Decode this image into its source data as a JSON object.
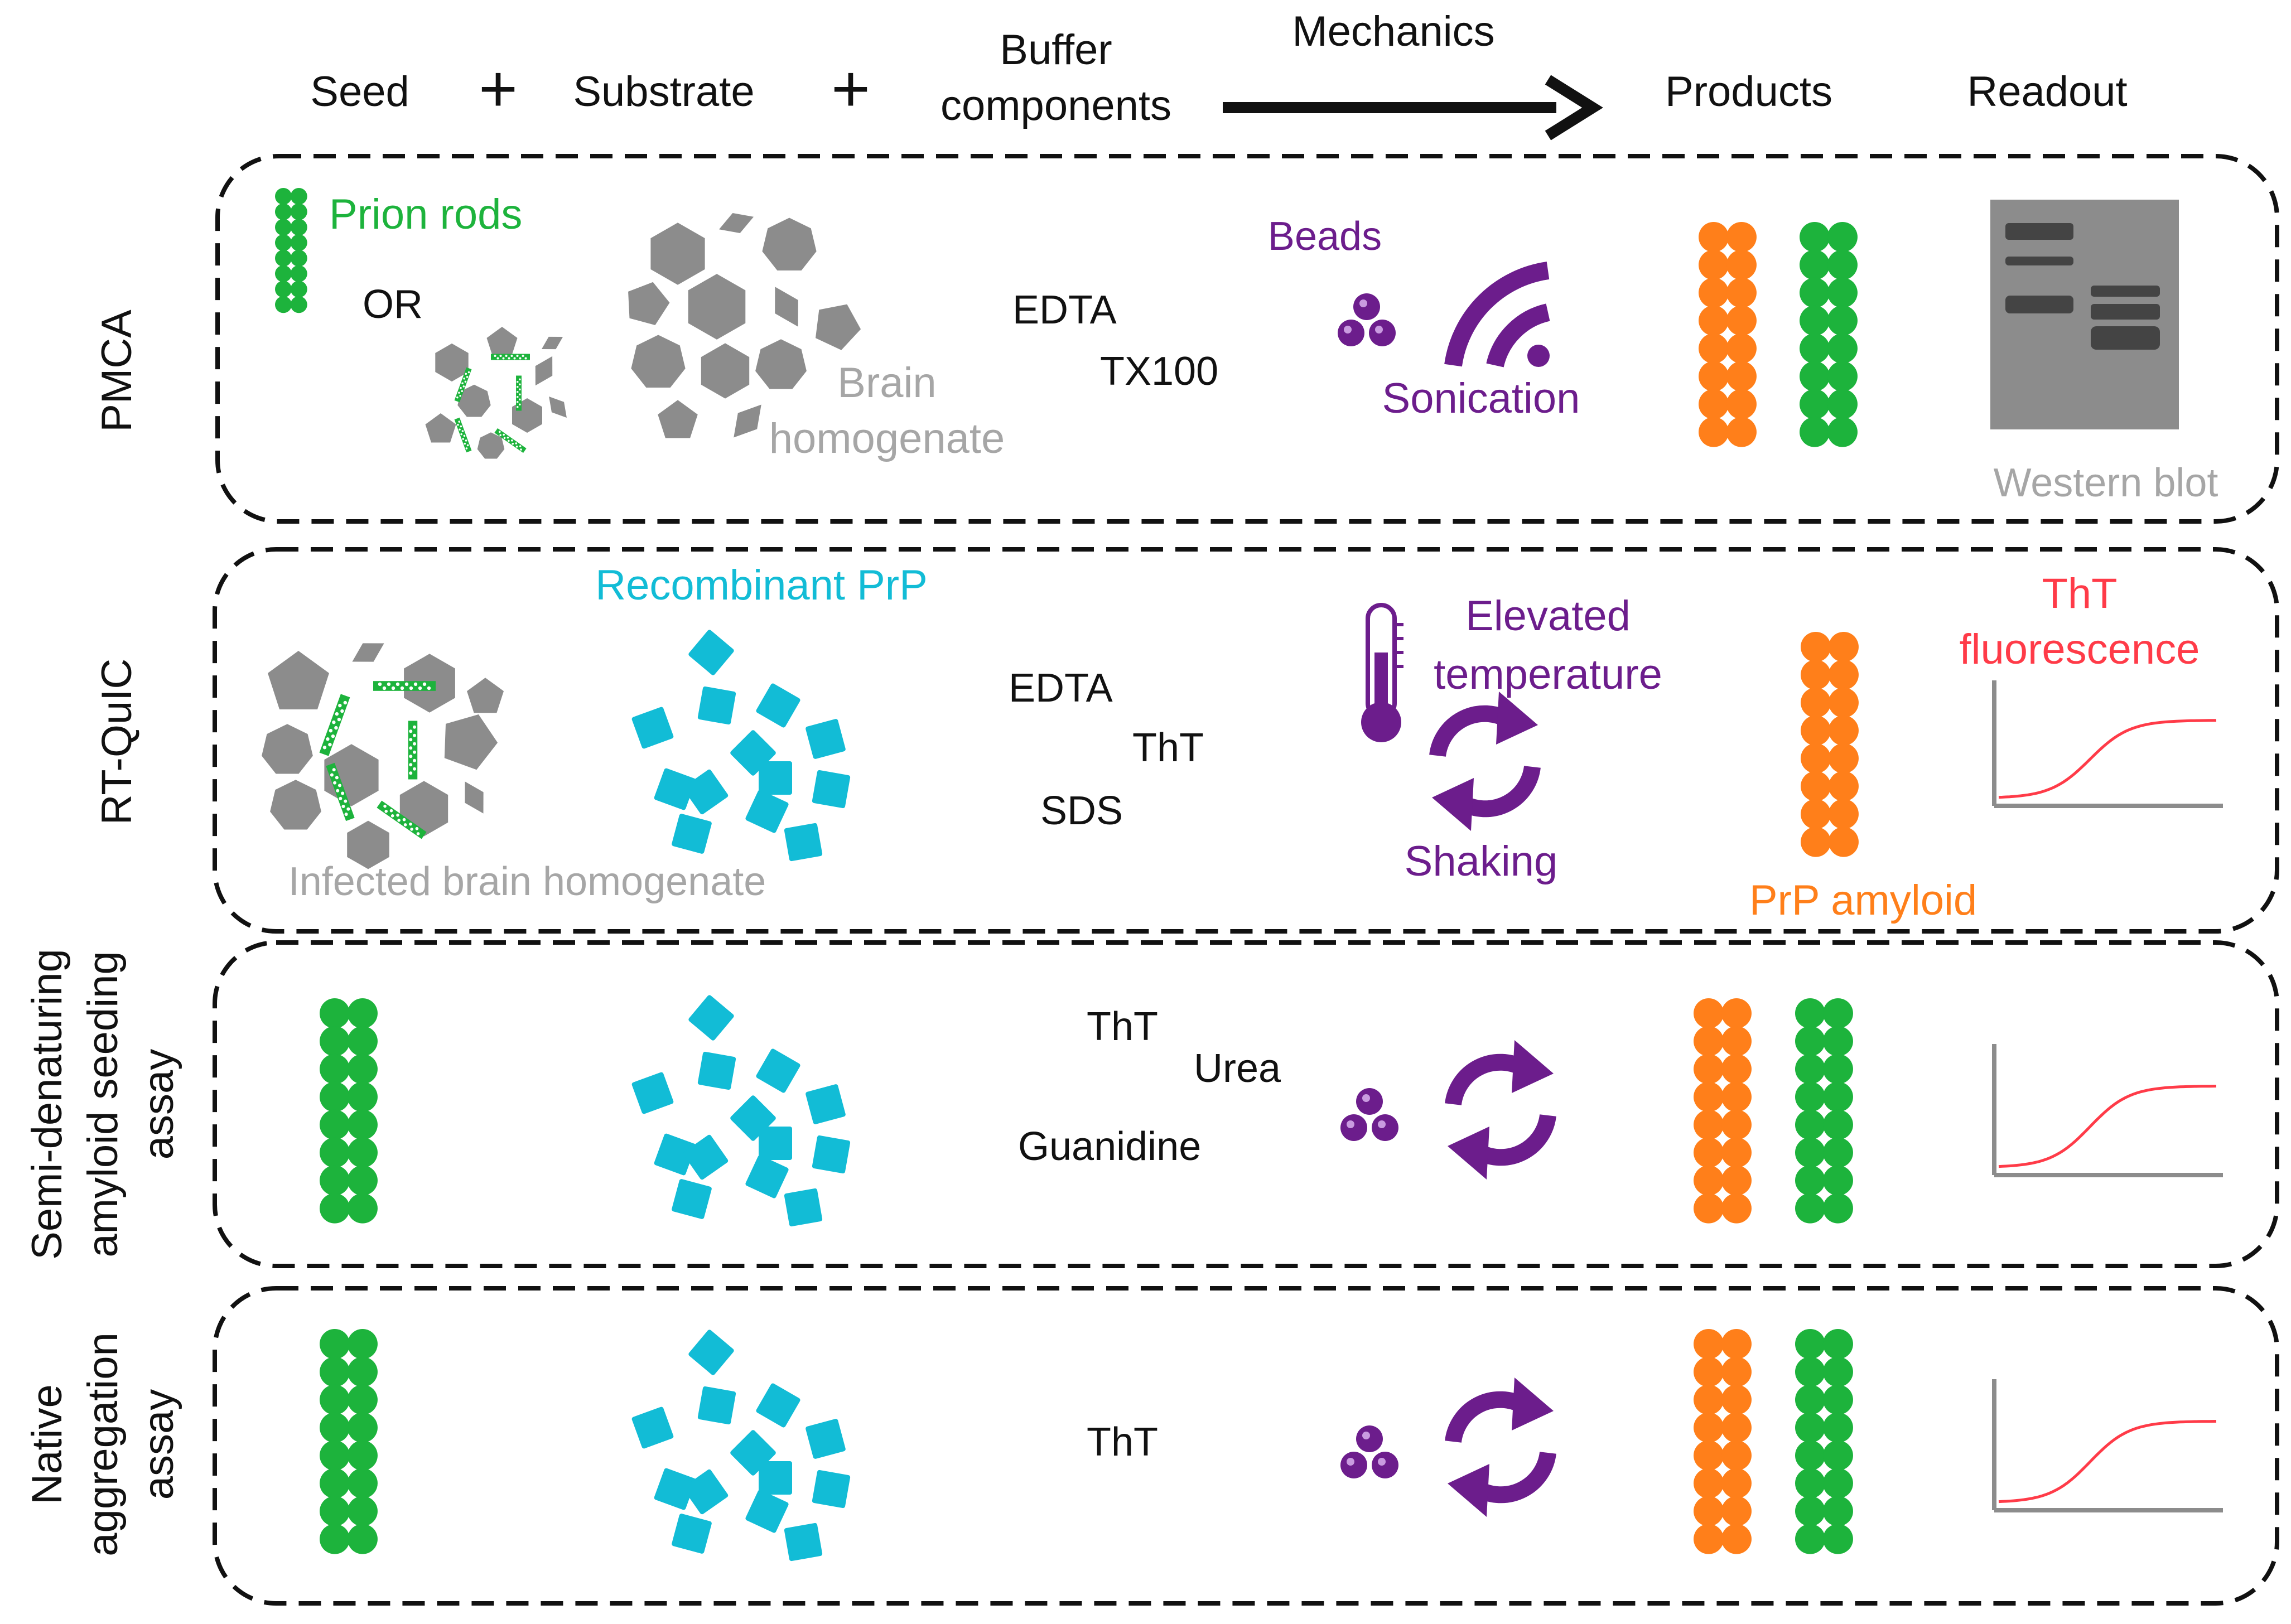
{
  "header": {
    "seed": "Seed",
    "plus_1": "+",
    "substrate": "Substrate",
    "plus_2": "+",
    "buffer_line1": "Buffer",
    "buffer_line2": "components",
    "mechanics": "Mechanics",
    "products": "Products",
    "readout": "Readout"
  },
  "rows": {
    "pmca": {
      "label": "PMCA",
      "seed_label": "Prion rods",
      "or": "OR",
      "substrate_line1": "Brain",
      "substrate_line2": "homogenate",
      "buffer": [
        "EDTA",
        "TX100"
      ],
      "beads": "Beads",
      "sonication": "Sonication",
      "readout": "Western blot"
    },
    "rtquic": {
      "label": "RT-QuIC",
      "substrate_label": "Recombinant PrP",
      "seed_label": "Infected brain homogenate",
      "buffer": [
        "EDTA",
        "ThT",
        "SDS"
      ],
      "temp_line1": "Elevated",
      "temp_line2": "temperature",
      "shaking": "Shaking",
      "product_label": "PrP amyloid",
      "readout_line1": "ThT",
      "readout_line2": "fluorescence"
    },
    "semi": {
      "label_line1": "Semi-denaturing",
      "label_line2": "amyloid seeding",
      "label_line3": "assay",
      "buffer": [
        "ThT",
        "Urea",
        "Guanidine"
      ]
    },
    "native": {
      "label_line1": "Native",
      "label_line2": "aggregation",
      "label_line3": "assay",
      "buffer": [
        "ThT"
      ]
    }
  },
  "colors": {
    "green": "#1db33c",
    "orange": "#ff7f1a",
    "cyan": "#12bcd6",
    "purple": "#6c1d8c",
    "gray": "#8c8c8c",
    "light_gray": "#a6a6a6",
    "red": "#ff3b48",
    "black": "#111111"
  }
}
